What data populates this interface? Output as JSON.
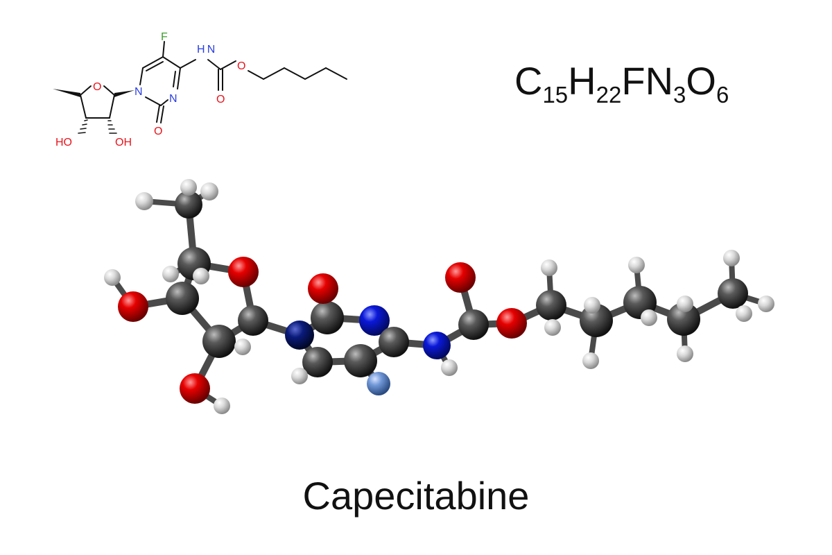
{
  "structure": {
    "atom_labels": {
      "fluorine": "F",
      "amide_nh": "H N",
      "ring_n1": "N",
      "ring_n3": "N",
      "ring_o": "O",
      "carbonyl_o": "O",
      "carbamate_o_double": "O",
      "carbamate_o_ester": "O",
      "hydroxyl_left": "HO",
      "hydroxyl_right": "OH"
    },
    "colors": {
      "bond": "#111111",
      "oxygen": "#e8141c",
      "nitrogen": "#2a3ee0",
      "fluorine": "#3d9e2e"
    }
  },
  "formula": {
    "parts": [
      {
        "el": "C",
        "n": "15"
      },
      {
        "el": "H",
        "n": "22"
      },
      {
        "el": "F",
        "n": ""
      },
      {
        "el": "N",
        "n": "3"
      },
      {
        "el": "O",
        "n": "6"
      }
    ]
  },
  "model": {
    "atom_colors": {
      "carbon": "#3c3c3c",
      "hydrogen": "#d8d8d8",
      "oxygen": "#e60000",
      "nitrogen": "#0a18d8",
      "nitrogen_dark": "#0a1a7a",
      "fluorine": "#6f96d6",
      "bond": "#4a4a4a"
    }
  },
  "title": "Capecitabine"
}
